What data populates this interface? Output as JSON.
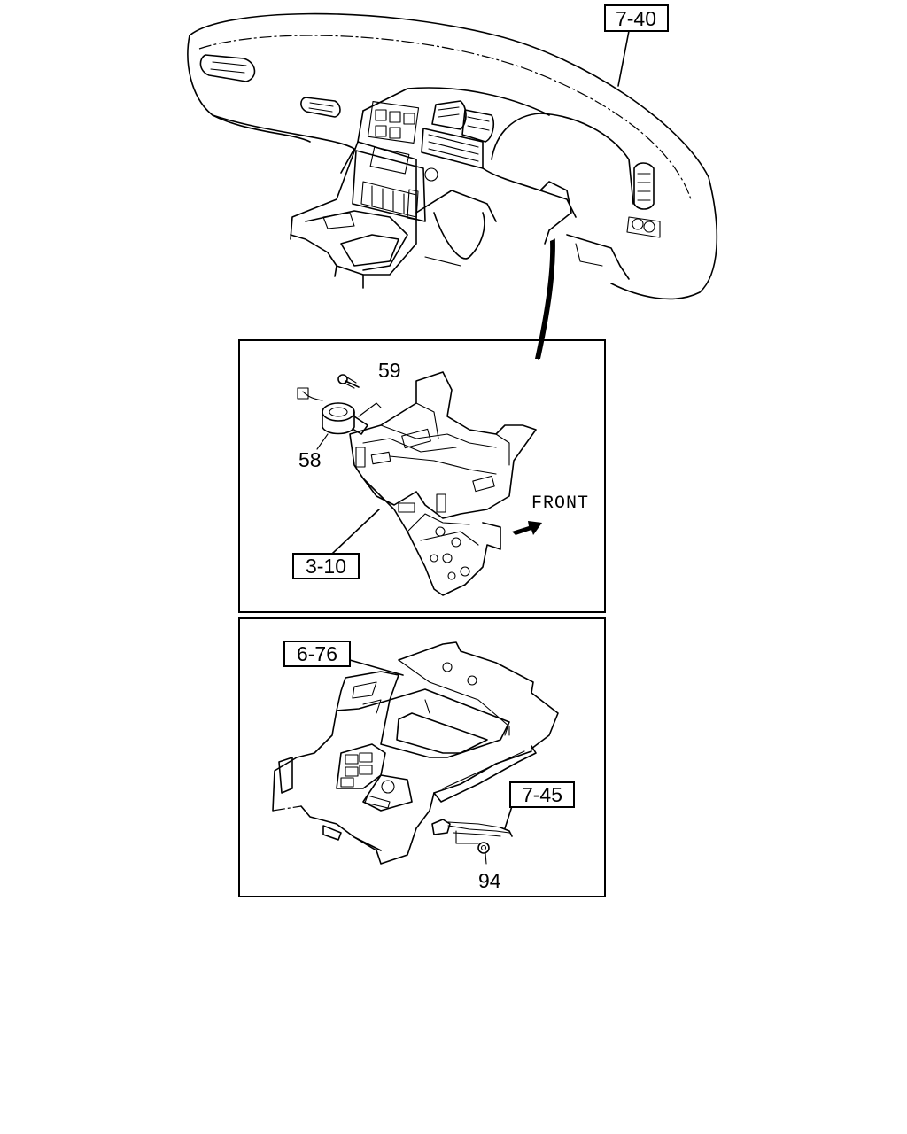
{
  "refs": {
    "dashboard": "7-40",
    "bracket": "3-10",
    "console": "6-76",
    "cable": "7-45"
  },
  "parts": {
    "screw": "59",
    "unit": "58",
    "bolt": "94"
  },
  "direction": "FRONT"
}
